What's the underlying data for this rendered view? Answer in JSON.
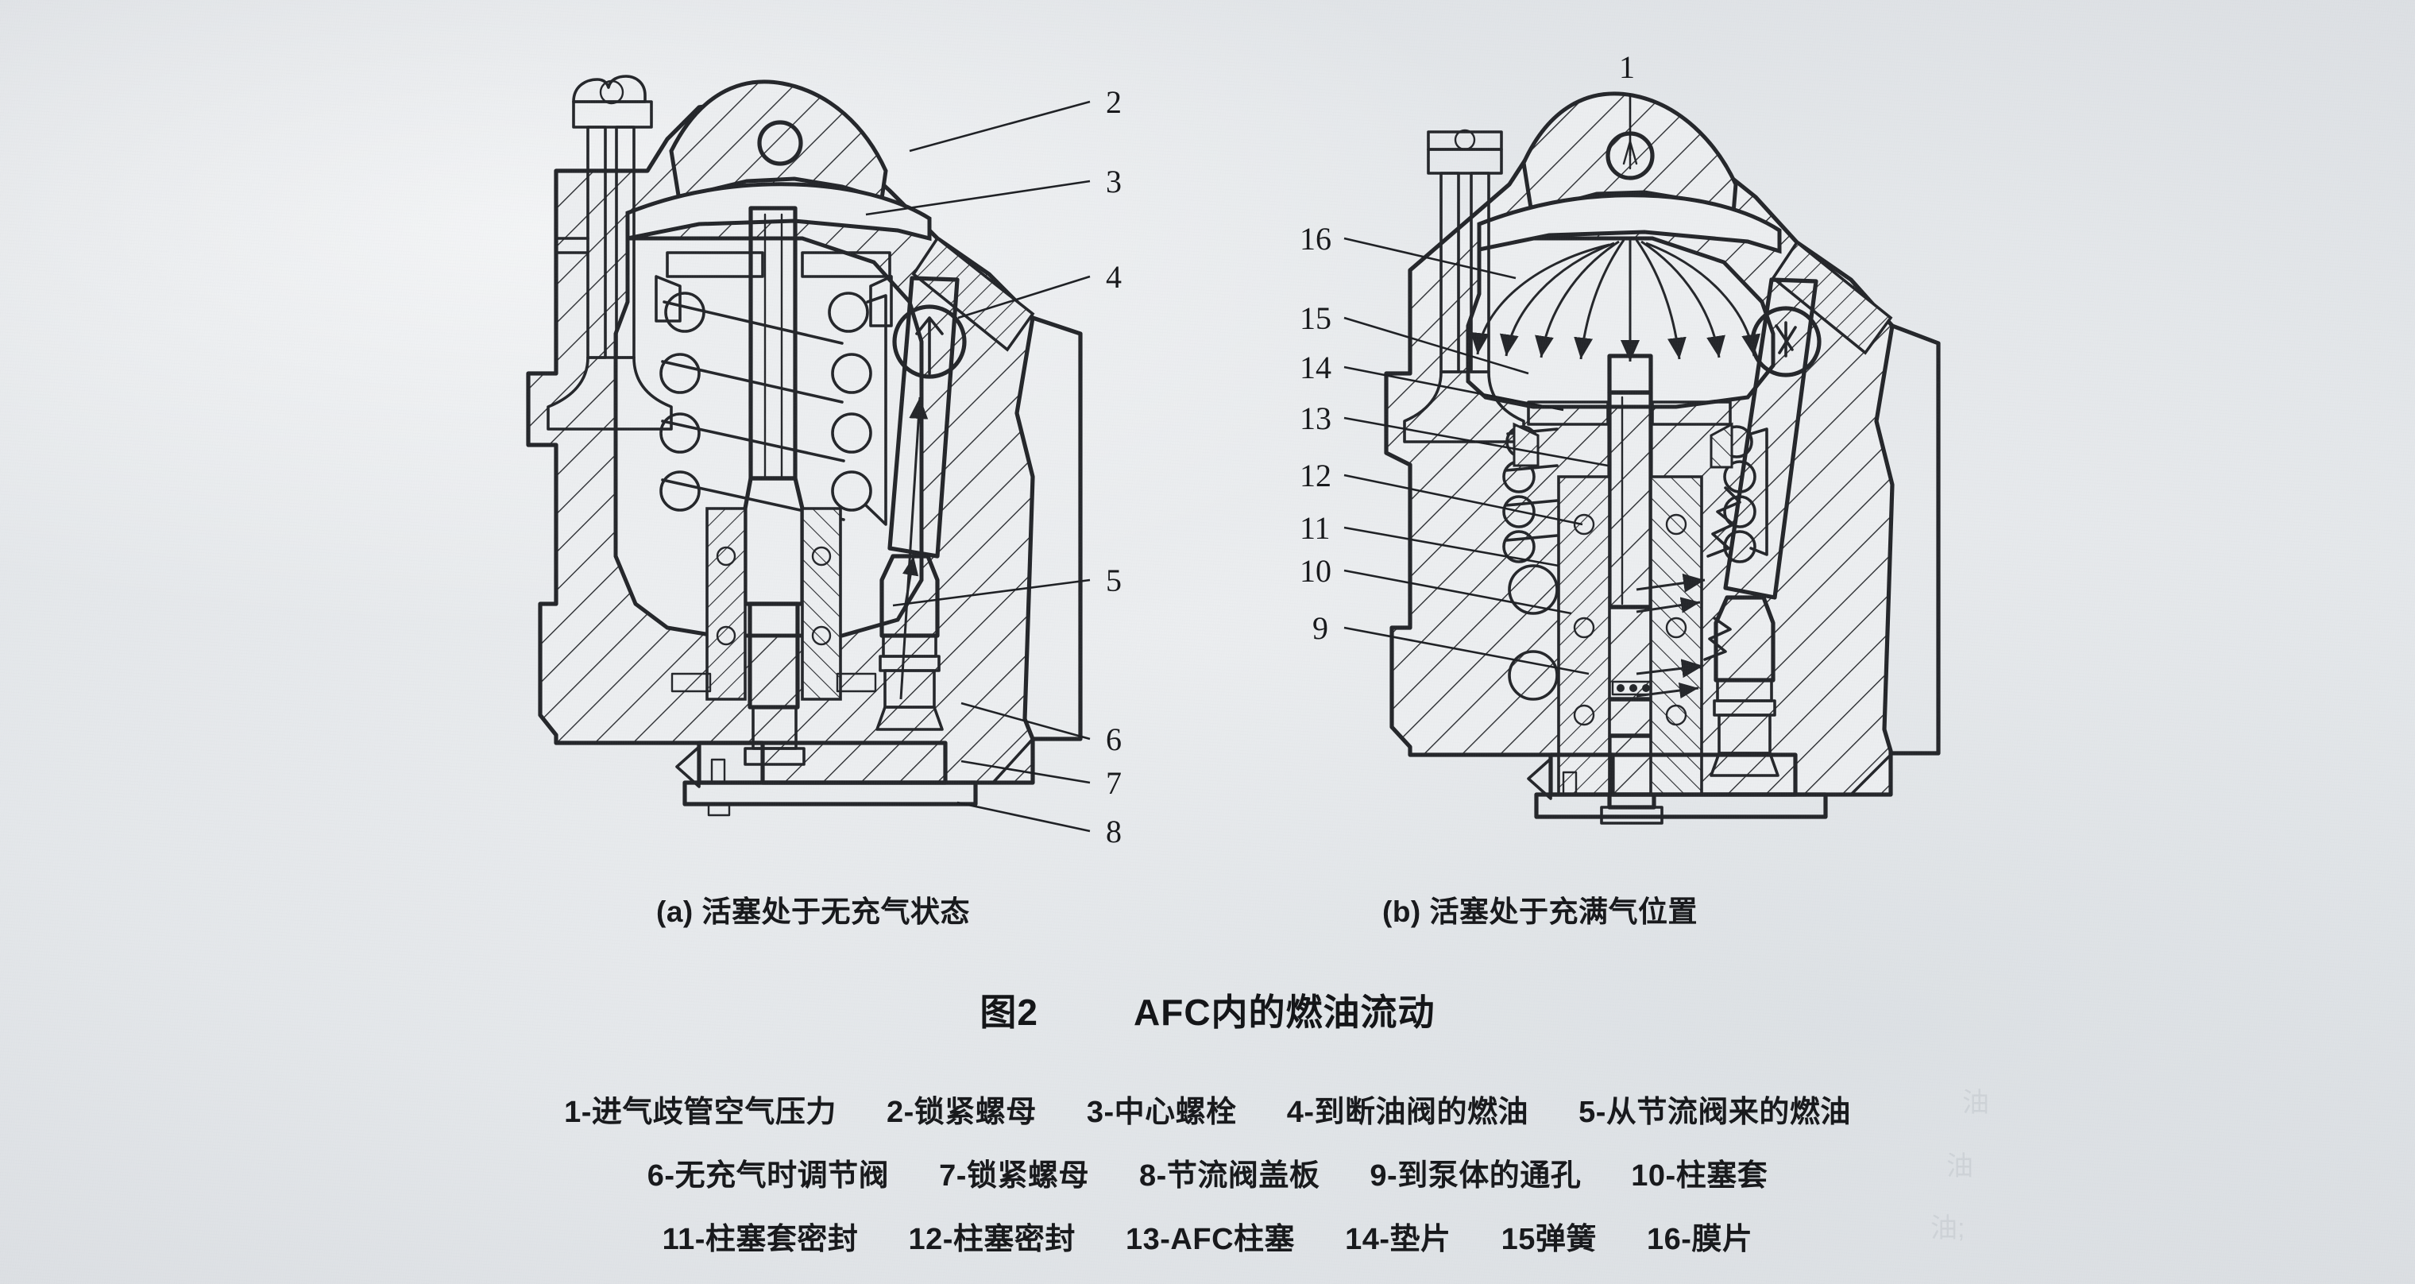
{
  "page": {
    "background_color": "#e9ebed",
    "ink_color": "#24262a"
  },
  "figure": {
    "number": "图2",
    "title": "AFC内的燃油流动",
    "subcaptions": [
      {
        "id": "a",
        "text": "(a) 活塞处于无充气状态"
      },
      {
        "id": "b",
        "text": "(b) 活塞处于充满气位置"
      }
    ]
  },
  "diagram_a": {
    "name": "AFC剖视图-无充气",
    "callouts": [
      "2",
      "3",
      "4",
      "5",
      "6",
      "7",
      "8"
    ]
  },
  "diagram_b": {
    "name": "AFC剖视图-充满气",
    "callouts_top": [
      "1"
    ],
    "callouts_left": [
      "16",
      "15",
      "14",
      "13",
      "12",
      "11",
      "10",
      "9"
    ]
  },
  "legend": {
    "rows": [
      [
        {
          "num": "1",
          "sep": "-",
          "label": "进气歧管空气压力"
        },
        {
          "num": "2",
          "sep": "-",
          "label": "锁紧螺母"
        },
        {
          "num": "3",
          "sep": "-",
          "label": "中心螺栓"
        },
        {
          "num": "4",
          "sep": "-",
          "label": "到断油阀的燃油"
        },
        {
          "num": "5",
          "sep": "-",
          "label": "从节流阀来的燃油"
        }
      ],
      [
        {
          "num": "6",
          "sep": "-",
          "label": "无充气时调节阀"
        },
        {
          "num": "7",
          "sep": "-",
          "label": "锁紧螺母"
        },
        {
          "num": "8",
          "sep": "-",
          "label": "节流阀盖板"
        },
        {
          "num": "9",
          "sep": "-",
          "label": "到泵体的通孔"
        },
        {
          "num": "10",
          "sep": "-",
          "label": "柱塞套"
        }
      ],
      [
        {
          "num": "11",
          "sep": "-",
          "label": "柱塞套密封"
        },
        {
          "num": "12",
          "sep": "-",
          "label": "柱塞密封"
        },
        {
          "num": "13",
          "sep": "-",
          "label": "AFC柱塞"
        },
        {
          "num": "14",
          "sep": "-",
          "label": "垫片"
        },
        {
          "num": "15",
          "sep": "",
          "label": "弹簧"
        },
        {
          "num": "16",
          "sep": "-",
          "label": "膜片"
        }
      ]
    ]
  },
  "showthrough": {
    "note": "反面文字透印（不可辨认）",
    "blobs": [
      "油",
      "油",
      "油;"
    ]
  }
}
